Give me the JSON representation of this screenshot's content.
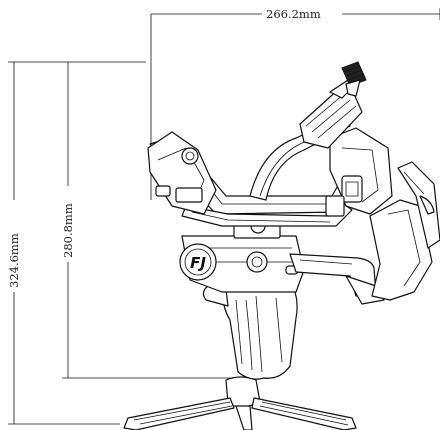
{
  "dimensions": {
    "width_label": "266.2mm",
    "height_inner_label": "280.8mm",
    "height_outer_label": "324.6mm"
  },
  "logo": {
    "text": "FJ"
  }
}
